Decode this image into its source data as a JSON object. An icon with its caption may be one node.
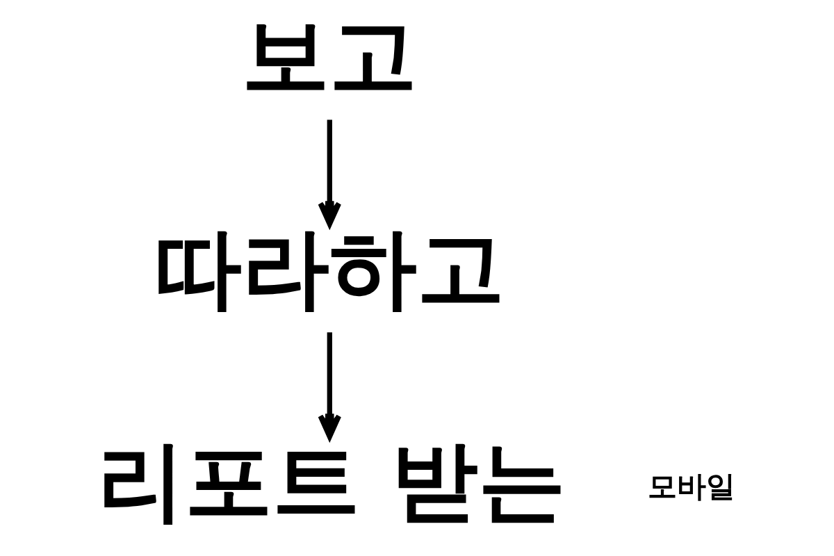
{
  "diagram": {
    "nodes": [
      {
        "text": [
          "보고"
        ]
      },
      {
        "text": [
          "따라하고"
        ]
      },
      {
        "text": [
          "리포트 받는"
        ]
      }
    ],
    "edges": [
      {
        "from": 0,
        "to": 1,
        "arrow": "to"
      },
      {
        "from": 1,
        "to": 2,
        "arrow": "to"
      }
    ],
    "labels": [
      "모바일"
    ]
  }
}
